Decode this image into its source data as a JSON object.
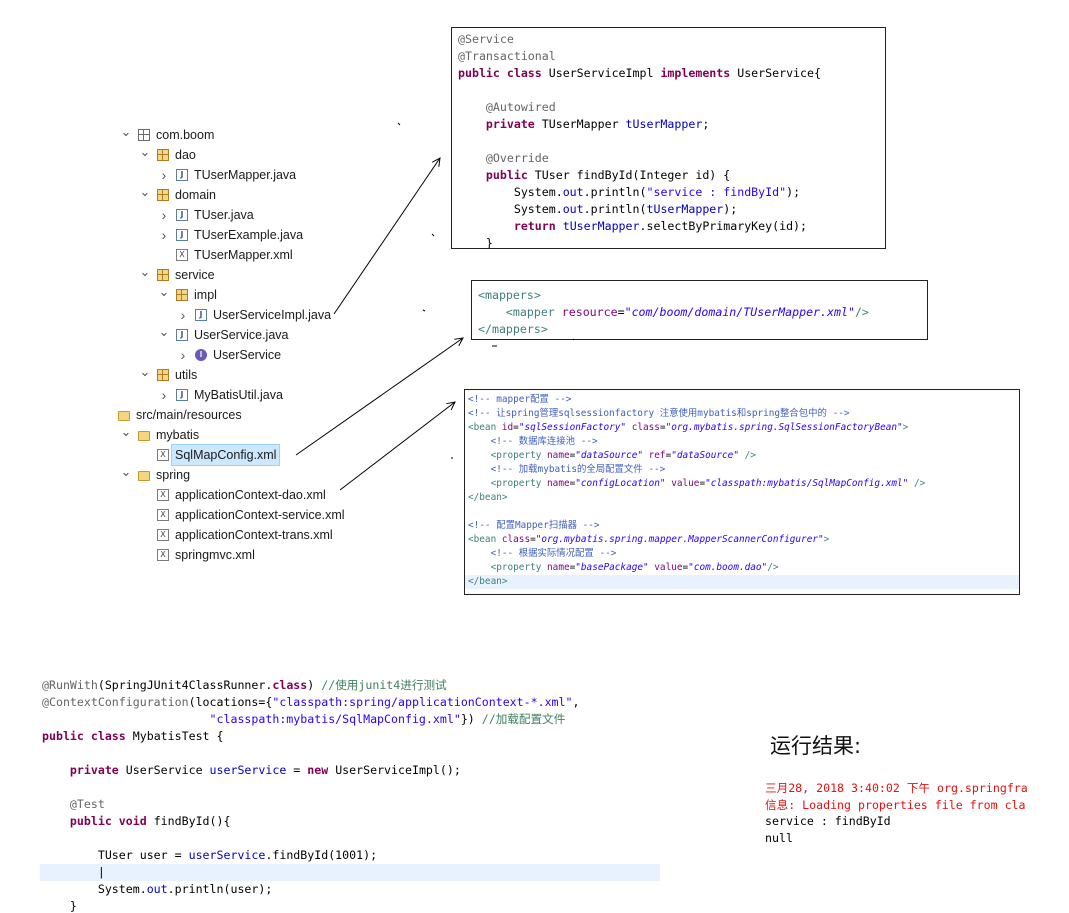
{
  "tree": [
    {
      "label": "com.boom",
      "icon": "package-root-icon",
      "chev": "open",
      "indent": 0
    },
    {
      "label": "dao",
      "icon": "package-icon",
      "chev": "open",
      "indent": 1
    },
    {
      "label": "TUserMapper.java",
      "icon": "java-file-icon",
      "chev": "closed",
      "indent": 2
    },
    {
      "label": "domain",
      "icon": "package-icon",
      "chev": "open",
      "indent": 1
    },
    {
      "label": "TUser.java",
      "icon": "java-file-icon",
      "chev": "closed",
      "indent": 2
    },
    {
      "label": "TUserExample.java",
      "icon": "java-file-icon",
      "chev": "closed",
      "indent": 2
    },
    {
      "label": "TUserMapper.xml",
      "icon": "xml-file-icon",
      "chev": "none",
      "indent": 2
    },
    {
      "label": "service",
      "icon": "package-icon",
      "chev": "open",
      "indent": 1
    },
    {
      "label": "impl",
      "icon": "package-icon",
      "chev": "open",
      "indent": 2
    },
    {
      "label": "UserServiceImpl.java",
      "icon": "java-file-icon",
      "chev": "closed",
      "indent": 3
    },
    {
      "label": "UserService.java",
      "icon": "java-file-icon",
      "chev": "open",
      "indent": 2
    },
    {
      "label": "UserService",
      "icon": "interface-icon",
      "chev": "closed",
      "indent": 3
    },
    {
      "label": "utils",
      "icon": "package-icon",
      "chev": "open",
      "indent": 1
    },
    {
      "label": "MyBatisUtil.java",
      "icon": "java-file-icon",
      "chev": "closed",
      "indent": 2
    },
    {
      "label": "src/main/resources",
      "icon": "source-folder-icon",
      "chev": "none",
      "indent": 0
    },
    {
      "label": "mybatis",
      "icon": "folder-icon",
      "chev": "open",
      "indent": 0
    },
    {
      "label": "SqlMapConfig.xml",
      "icon": "xml-file-icon",
      "chev": "none",
      "indent": 1,
      "selected": true
    },
    {
      "label": "spring",
      "icon": "folder-icon",
      "chev": "open",
      "indent": 0
    },
    {
      "label": "applicationContext-dao.xml",
      "icon": "xml-file-icon",
      "chev": "none",
      "indent": 1
    },
    {
      "label": "applicationContext-service.xml",
      "icon": "xml-file-icon",
      "chev": "none",
      "indent": 1
    },
    {
      "label": "applicationContext-trans.xml",
      "icon": "xml-file-icon",
      "chev": "none",
      "indent": 1
    },
    {
      "label": "springmvc.xml",
      "icon": "xml-file-icon",
      "chev": "none",
      "indent": 1
    }
  ],
  "service_code": [
    [
      [
        "ann",
        "@Service"
      ]
    ],
    [
      [
        "ann",
        "@Transactional"
      ]
    ],
    [
      [
        "kw",
        "public class "
      ],
      [
        "",
        "UserServiceImpl "
      ],
      [
        "kw",
        "implements "
      ],
      [
        "",
        "UserService{"
      ]
    ],
    [],
    [
      [
        "",
        "    "
      ],
      [
        "ann",
        "@Autowired"
      ]
    ],
    [
      [
        "",
        "    "
      ],
      [
        "kw",
        "private "
      ],
      [
        "",
        "TUserMapper "
      ],
      [
        "fld",
        "tUserMapper"
      ],
      [
        "",
        ";"
      ]
    ],
    [],
    [
      [
        "",
        "    "
      ],
      [
        "ann",
        "@Override"
      ]
    ],
    [
      [
        "",
        "    "
      ],
      [
        "kw",
        "public "
      ],
      [
        "",
        "TUser findById(Integer id) {"
      ]
    ],
    [
      [
        "",
        "        System."
      ],
      [
        "fld",
        "out"
      ],
      [
        "",
        ".println("
      ],
      [
        "str",
        "\"service : findById\""
      ],
      [
        "",
        ");"
      ]
    ],
    [
      [
        "",
        "        System."
      ],
      [
        "fld",
        "out"
      ],
      [
        "",
        ".println("
      ],
      [
        "fld",
        "tUserMapper"
      ],
      [
        "",
        ");"
      ]
    ],
    [
      [
        "",
        "        "
      ],
      [
        "kw",
        "return "
      ],
      [
        "fld",
        "tUserMapper"
      ],
      [
        "",
        ".selectByPrimaryKey(id);"
      ]
    ],
    [
      [
        "",
        "    }"
      ]
    ]
  ],
  "mappers_code": [
    [
      [
        "xtag",
        "<mappers>"
      ]
    ],
    [
      [
        "",
        "    "
      ],
      [
        "xtag",
        "<mapper "
      ],
      [
        "xattr",
        "resource"
      ],
      [
        "",
        "="
      ],
      [
        "xval",
        "\"com/boom/domain/TUserMapper.xml\""
      ],
      [
        "xtag",
        "/>"
      ]
    ],
    [
      [
        "xtag",
        "</mappers>"
      ]
    ]
  ],
  "spring_code": [
    [
      [
        "xcmt",
        "<!-- mapper配置 -->"
      ]
    ],
    [
      [
        "xcmt",
        "<!-- 让spring管理sqlsessionfactory 注意使用mybatis和spring整合包中的 -->"
      ]
    ],
    [
      [
        "xtag",
        "<bean "
      ],
      [
        "xattr",
        "id"
      ],
      [
        "",
        "="
      ],
      [
        "xval",
        "\"sqlSessionFactory\""
      ],
      [
        "xattr",
        " class"
      ],
      [
        "",
        "="
      ],
      [
        "xval",
        "\"org.mybatis.spring.SqlSessionFactoryBean\""
      ],
      [
        "xtag",
        ">"
      ]
    ],
    [
      [
        "",
        "    "
      ],
      [
        "xcmt",
        "<!-- 数据库连接池 -->"
      ]
    ],
    [
      [
        "",
        "    "
      ],
      [
        "xtag",
        "<property "
      ],
      [
        "xattr",
        "name"
      ],
      [
        "",
        "="
      ],
      [
        "xval",
        "\"dataSource\""
      ],
      [
        "xattr",
        " ref"
      ],
      [
        "",
        "="
      ],
      [
        "xval",
        "\"dataSource\""
      ],
      [
        "xtag",
        " />"
      ]
    ],
    [
      [
        "",
        "    "
      ],
      [
        "xcmt",
        "<!-- 加载mybatis的全局配置文件 -->"
      ]
    ],
    [
      [
        "",
        "    "
      ],
      [
        "xtag",
        "<property "
      ],
      [
        "xattr",
        "name"
      ],
      [
        "",
        "="
      ],
      [
        "xval",
        "\"configLocation\""
      ],
      [
        "xattr",
        " value"
      ],
      [
        "",
        "="
      ],
      [
        "xval",
        "\"classpath:mybatis/SqlMapConfig.xml\""
      ],
      [
        "xtag",
        " />"
      ]
    ],
    [
      [
        "xtag",
        "</bean>"
      ]
    ],
    [],
    [
      [
        "xcmt",
        "<!-- 配置Mapper扫描器 -->"
      ]
    ],
    [
      [
        "xtag",
        "<bean "
      ],
      [
        "xattr",
        "class"
      ],
      [
        "",
        "="
      ],
      [
        "xval",
        "\"org.mybatis.spring.mapper.MapperScannerConfigurer\""
      ],
      [
        "xtag",
        ">"
      ]
    ],
    [
      [
        "",
        "    "
      ],
      [
        "xcmt",
        "<!-- 根据实际情况配置 -->"
      ]
    ],
    [
      [
        "",
        "    "
      ],
      [
        "xtag",
        "<property "
      ],
      [
        "xattr",
        "name"
      ],
      [
        "",
        "="
      ],
      [
        "xval",
        "\"basePackage\""
      ],
      [
        "xattr",
        " value"
      ],
      [
        "",
        "="
      ],
      [
        "xval",
        "\"com.boom.dao\""
      ],
      [
        "xtag",
        "/>"
      ]
    ],
    [
      [
        "xtag",
        "</bean>"
      ]
    ]
  ],
  "test_code": [
    [
      [
        "ann",
        "@RunWith"
      ],
      [
        "",
        "(SpringJUnit4ClassRunner."
      ],
      [
        "kw",
        "class"
      ],
      [
        "",
        ") "
      ],
      [
        "cmt",
        "//使用junit4进行测试"
      ]
    ],
    [
      [
        "ann",
        "@ContextConfiguration"
      ],
      [
        "",
        "(locations={"
      ],
      [
        "str",
        "\"classpath:spring/applicationContext-*.xml\""
      ],
      [
        "",
        ","
      ]
    ],
    [
      [
        "",
        "                        "
      ],
      [
        "str",
        "\"classpath:mybatis/SqlMapConfig.xml\""
      ],
      [
        "",
        "}) "
      ],
      [
        "cmt",
        "//加载配置文件"
      ]
    ],
    [
      [
        "kw",
        "public class "
      ],
      [
        "",
        "MybatisTest {"
      ]
    ],
    [],
    [
      [
        "",
        "    "
      ],
      [
        "kw",
        "private "
      ],
      [
        "",
        "UserService "
      ],
      [
        "fld",
        "userService"
      ],
      [
        "",
        " = "
      ],
      [
        "kw",
        "new "
      ],
      [
        "",
        "UserServiceImpl();"
      ]
    ],
    [],
    [
      [
        "",
        "    "
      ],
      [
        "ann",
        "@Test"
      ]
    ],
    [
      [
        "",
        "    "
      ],
      [
        "kw",
        "public void "
      ],
      [
        "",
        "findById(){"
      ]
    ],
    [],
    [
      [
        "",
        "        TUser user = "
      ],
      [
        "fld",
        "userService"
      ],
      [
        "",
        ".findById(1001);"
      ]
    ],
    [
      [
        "",
        "        |"
      ]
    ],
    [
      [
        "",
        "        System."
      ],
      [
        "fld",
        "out"
      ],
      [
        "",
        ".println(user);"
      ]
    ],
    [
      [
        "",
        "    }"
      ]
    ]
  ],
  "result": {
    "title": "运行结果:",
    "lines": [
      [
        [
          "red",
          "三月28, 2018 3:40:02 下午 org.springfra"
        ]
      ],
      [
        [
          "red",
          "信息: Loading properties file from cla"
        ]
      ],
      [
        [
          "",
          "service : findById"
        ]
      ],
      [
        [
          "",
          "null"
        ]
      ]
    ]
  },
  "colors": {
    "keyword": "#7f0055",
    "annotation": "#646464",
    "field": "#0000c0",
    "string": "#2a00ff",
    "comment": "#3f7f5f",
    "error": "#e81010",
    "selection": "#cce8ff"
  }
}
